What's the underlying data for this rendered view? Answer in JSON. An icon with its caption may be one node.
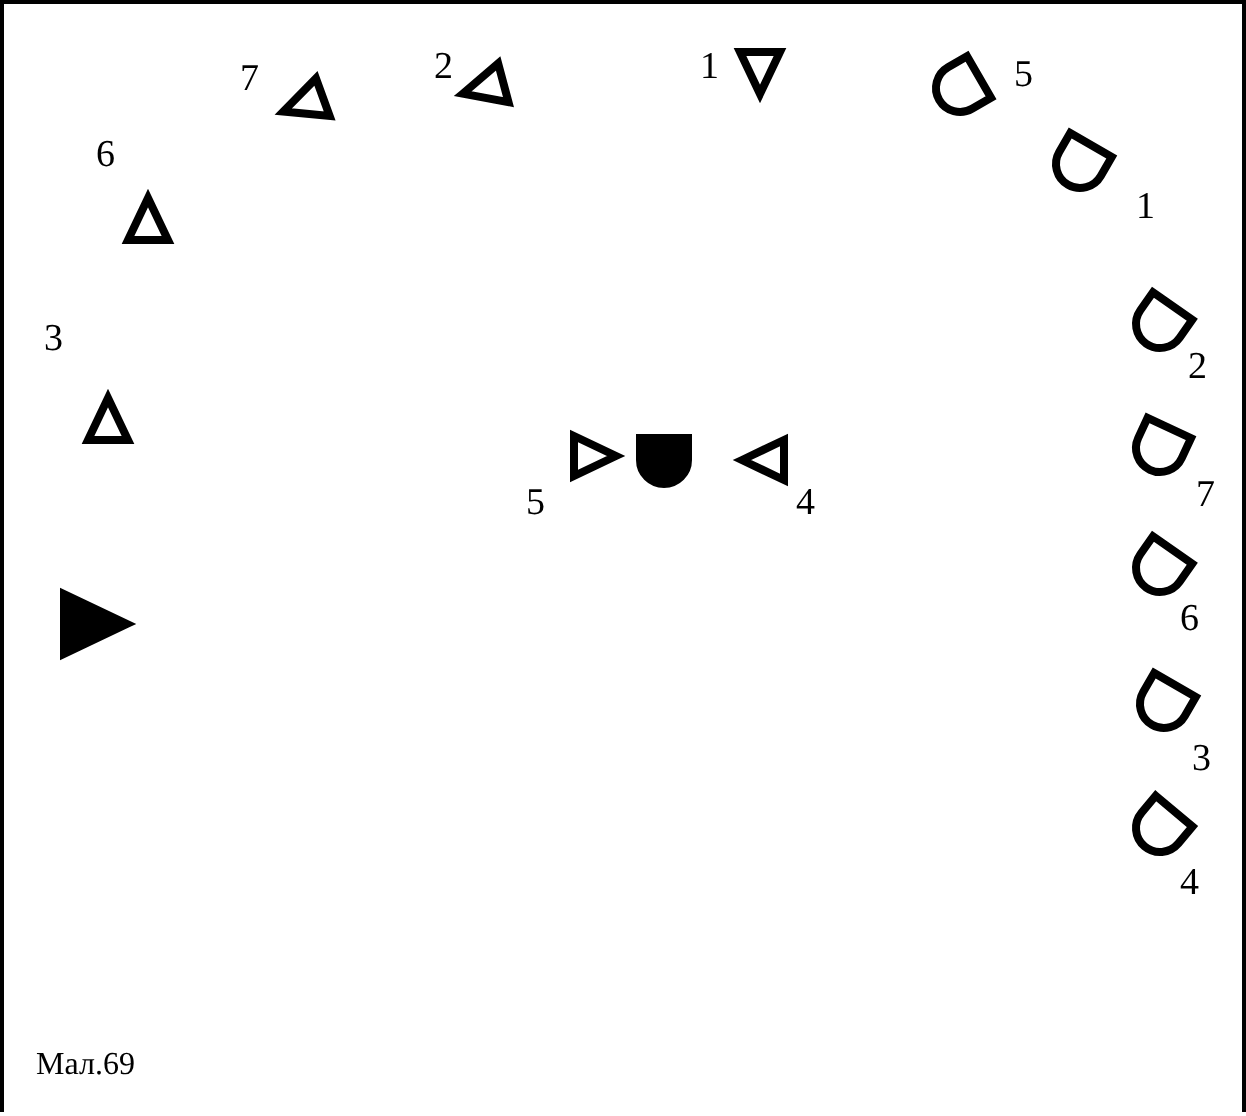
{
  "diagram": {
    "caption": "Мал.69",
    "labels": [
      "7",
      "2",
      "1",
      "5",
      "6",
      "1",
      "3",
      "2",
      "5",
      "4",
      "7",
      "6",
      "3",
      "4"
    ]
  }
}
